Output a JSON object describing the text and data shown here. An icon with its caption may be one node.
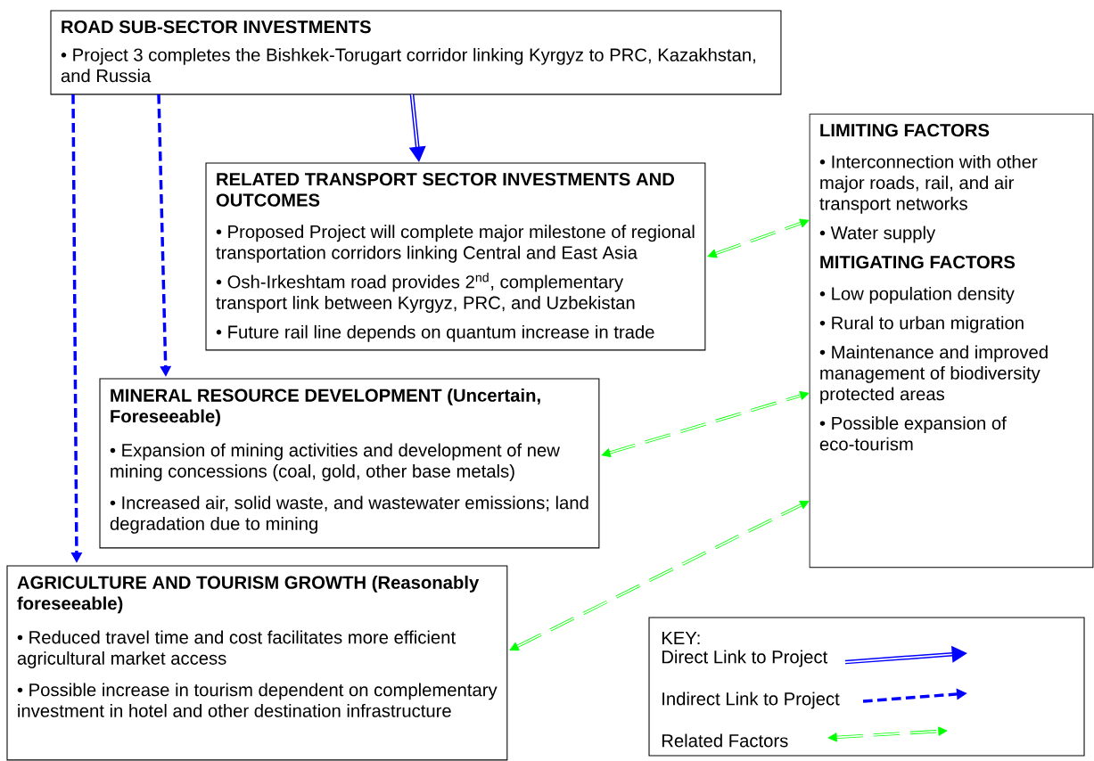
{
  "diagram": {
    "nodes": [
      {
        "text": [
          "ROAD SUB-SECTOR INVESTMENTS",
          "• Project 3 completes the Bishkek-Torugart corridor linking Kyrgyz to PRC, Kazakhstan, and Russia"
        ]
      },
      {
        "text": [
          "RELATED TRANSPORT SECTOR INVESTMENTS AND OUTCOMES",
          "• Proposed Project will complete major milestone of regional transportation corridors linking Central and East Asia",
          "• Osh-Irkeshtam road provides 2$^{nd}$, complementary transport link between Kyrgyz, PRC, and Uzbekistan",
          "• Future rail line depends on quantum increase in trade"
        ]
      },
      {
        "text": [
          "LIMITING FACTORS",
          "• Interconnection with other major roads, rail, and air transport networks",
          "• Water supply",
          "MITIGATING FACTORS",
          "• Low population density",
          "• Rural to urban migration",
          "• Maintenance and improved management of biodiversity protected areas",
          "• Possible expansion of eco-tourism"
        ]
      },
      {
        "text": [
          "MINERAL RESOURCE DEVELOPMENT (Uncertain, Foreseeable)",
          "• Expansion of mining activities and development of new mining concessions (coal, gold, other base metals)",
          "• Increased air, solid waste, and wastewater emissions; land degradation due to mining"
        ]
      },
      {
        "text": [
          "AGRICULTURE AND TOURISM GROWTH (Reasonably foreseeable)",
          "• Reduced travel time and cost facilitates more efficient agricultural market access",
          "• Possible increase in tourism dependent on complementary investment in hotel and other destination infrastructure"
        ]
      }
    ],
    "edges": [
      {
        "from": 0,
        "to": 1,
        "arrow": "to",
        "color": "#0000ff"
      },
      {
        "from": 0,
        "to": 4,
        "arrow": "to",
        "style": "dashed",
        "color": "#0000ff"
      },
      {
        "from": 0,
        "to": 3,
        "arrow": "to",
        "style": "dashed",
        "color": "#0000ff"
      },
      {
        "from": 1,
        "to": 2,
        "arrow": "both",
        "style": "dashed",
        "color": "#00ff00"
      },
      {
        "from": 3,
        "to": 2,
        "arrow": "both",
        "style": "dashed",
        "color": "#00ff00"
      },
      {
        "from": 4,
        "to": 2,
        "arrow": "both",
        "style": "dashed",
        "color": "#00ff00"
      }
    ],
    "labels": [
      "KEY:"
    ],
    "legend": [
      {
        "text": "Direct Link to Project"
      },
      {
        "text": "Indirect Link to Project"
      },
      {
        "text": "Related Factors"
      }
    ]
  }
}
